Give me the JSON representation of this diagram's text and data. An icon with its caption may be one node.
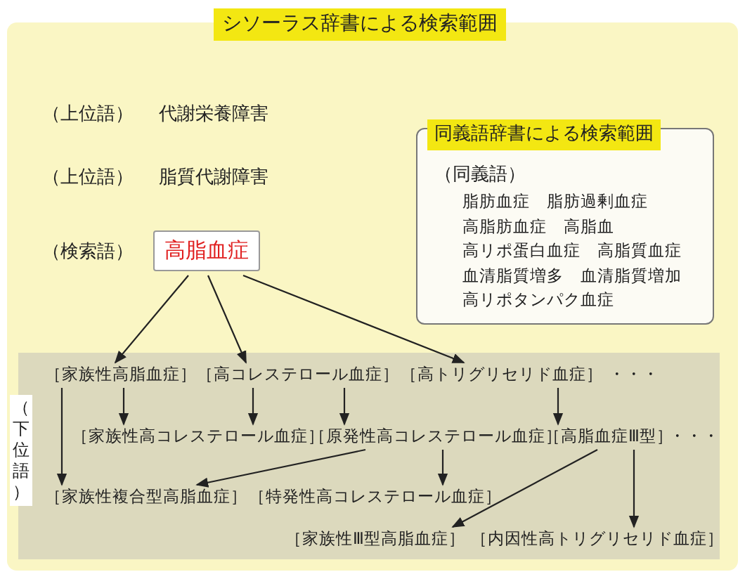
{
  "diagram": {
    "nodes": [
      {
        "text": [
          "シソーラス辞書による検索範囲"
        ]
      },
      {
        "text": [
          "同義語辞書による検索範囲",
          "（同義語）",
          "脂肪血症　脂肪過剰血症",
          "高脂肪血症　高脂血",
          "高リポ蛋白血症　高脂質血症",
          "血清脂質増多　血清脂質増加",
          "高リポタンパク血症"
        ],
        "in": 0
      },
      {
        "text": [
          "高脂血症"
        ],
        "in": 0
      },
      {
        "text": [
          "（下位語）"
        ],
        "in": 0
      },
      {
        "text": [
          "［家族性高脂血症］"
        ],
        "in": 3
      },
      {
        "text": [
          "［高コレステロール血症］"
        ],
        "in": 3
      },
      {
        "text": [
          "［高トリグリセリド血症］"
        ],
        "in": 3
      },
      {
        "text": [
          "［家族性高コレステロール血症］"
        ],
        "in": 3
      },
      {
        "text": [
          "［原発性高コレステロール血症］"
        ],
        "in": 3
      },
      {
        "text": [
          "［高脂血症Ⅲ型］"
        ],
        "in": 3
      },
      {
        "text": [
          "［家族性複合型高脂血症］"
        ],
        "in": 3
      },
      {
        "text": [
          "［特発性高コレステロール血症］"
        ],
        "in": 3
      },
      {
        "text": [
          "［家族性Ⅲ型高脂血症］"
        ],
        "in": 3
      },
      {
        "text": [
          "［内因性高トリグリセリド血症］"
        ],
        "in": 3
      }
    ],
    "edges": [
      {
        "from": 2,
        "to": 4,
        "arrow": "to"
      },
      {
        "from": 2,
        "to": 5,
        "arrow": "to"
      },
      {
        "from": 2,
        "to": 6,
        "arrow": "to"
      },
      {
        "from": 4,
        "to": 10,
        "arrow": "to"
      },
      {
        "from": 4,
        "to": 7,
        "arrow": "to"
      },
      {
        "from": 5,
        "to": 7,
        "arrow": "to"
      },
      {
        "from": 5,
        "to": 8,
        "arrow": "to"
      },
      {
        "from": 6,
        "to": 9,
        "arrow": "to"
      },
      {
        "from": 8,
        "to": 10,
        "arrow": "to"
      },
      {
        "from": 8,
        "to": 11,
        "arrow": "to"
      },
      {
        "from": 9,
        "to": 12,
        "arrow": "to"
      },
      {
        "from": 9,
        "to": 13,
        "arrow": "to"
      }
    ],
    "labels": [
      "（上位語）",
      "代謝栄養障害",
      "（上位語）",
      "脂質代謝障害",
      "（検索語）",
      "・・・",
      "・・・"
    ]
  }
}
